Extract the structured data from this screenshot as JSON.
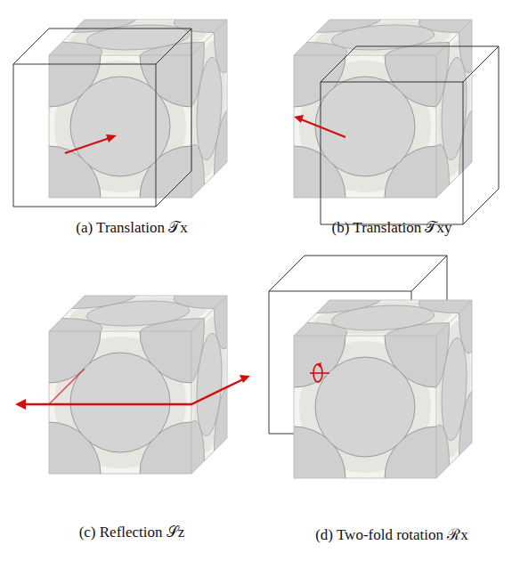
{
  "diagram": {
    "labels": [
      "(a) Translation 𝒯x",
      "(b) Translation 𝒯xy",
      "(c) Reflection 𝒮z",
      "(d) Two-fold rotation ℛx"
    ]
  }
}
